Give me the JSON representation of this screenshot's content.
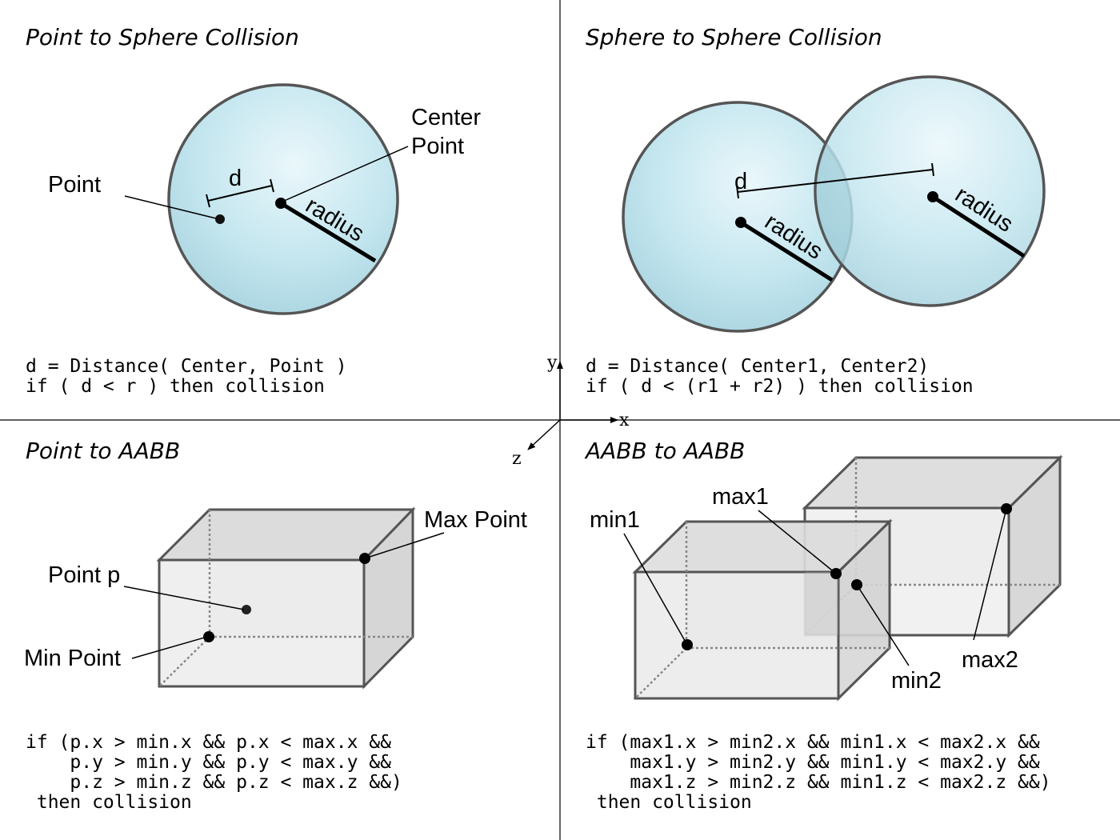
{
  "quadrants": {
    "point_sphere": {
      "title": "Point to Sphere Collision",
      "labels": {
        "center": "Center",
        "center2": "Point",
        "point": "Point",
        "d": "d",
        "radius": "radius"
      },
      "code": [
        "d = Distance( Center, Point )",
        "if ( d < r ) then collision"
      ]
    },
    "sphere_sphere": {
      "title": "Sphere to Sphere Collision",
      "labels": {
        "d": "d",
        "radius1": "radius",
        "radius2": "radius"
      },
      "code": [
        "d = Distance( Center1, Center2)",
        "if ( d < (r1 + r2) ) then collision"
      ]
    },
    "point_aabb": {
      "title": "Point to AABB",
      "labels": {
        "max": "Max Point",
        "point": "Point p",
        "min": "Min Point"
      },
      "code": [
        "if (p.x > min.x && p.x < max.x &&",
        "    p.y > min.y && p.y < max.y &&",
        "    p.z > min.z && p.z < max.z &&)",
        " then collision"
      ]
    },
    "aabb_aabb": {
      "title": "AABB to AABB",
      "labels": {
        "max1": "max1",
        "min1": "min1",
        "min2": "min2",
        "max2": "max2"
      },
      "code": [
        "if (max1.x > min2.x && min1.x < max2.x &&",
        "    max1.y > min2.y && min1.y < max2.y &&",
        "    max1.z > min2.z && min1.z < max2.z &&)",
        " then collision"
      ]
    }
  },
  "axes": {
    "x": "x",
    "y": "y",
    "z": "z"
  },
  "colors": {
    "sphere": "#bfe4ee",
    "box_face": "#e6e6e6",
    "edge": "#555555"
  }
}
